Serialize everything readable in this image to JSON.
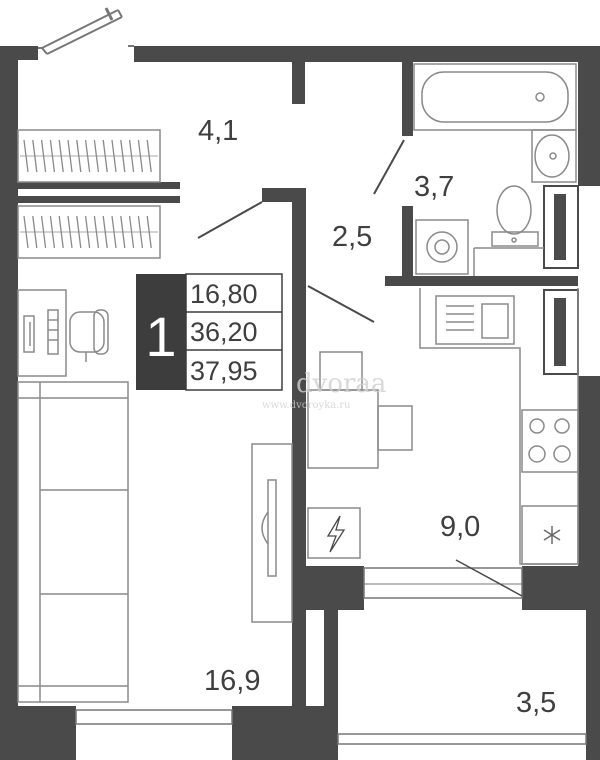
{
  "plan": {
    "rooms_count": "1",
    "areas": {
      "living": "16,80",
      "total": "36,20",
      "with_balcony": "37,95"
    },
    "room_labels": {
      "hall": "4,1",
      "bathroom": "3,7",
      "corridor": "2,5",
      "kitchen": "9,0",
      "bedroom": "16,9",
      "balcony": "3,5"
    },
    "watermark": "dvoraa",
    "watermark_url": "www.dvoroyka.ru"
  },
  "colors": {
    "wall": "#4a4a4a",
    "line": "#9a9a9a",
    "text": "#3f3f3f",
    "badge": "#3d3d3d"
  }
}
